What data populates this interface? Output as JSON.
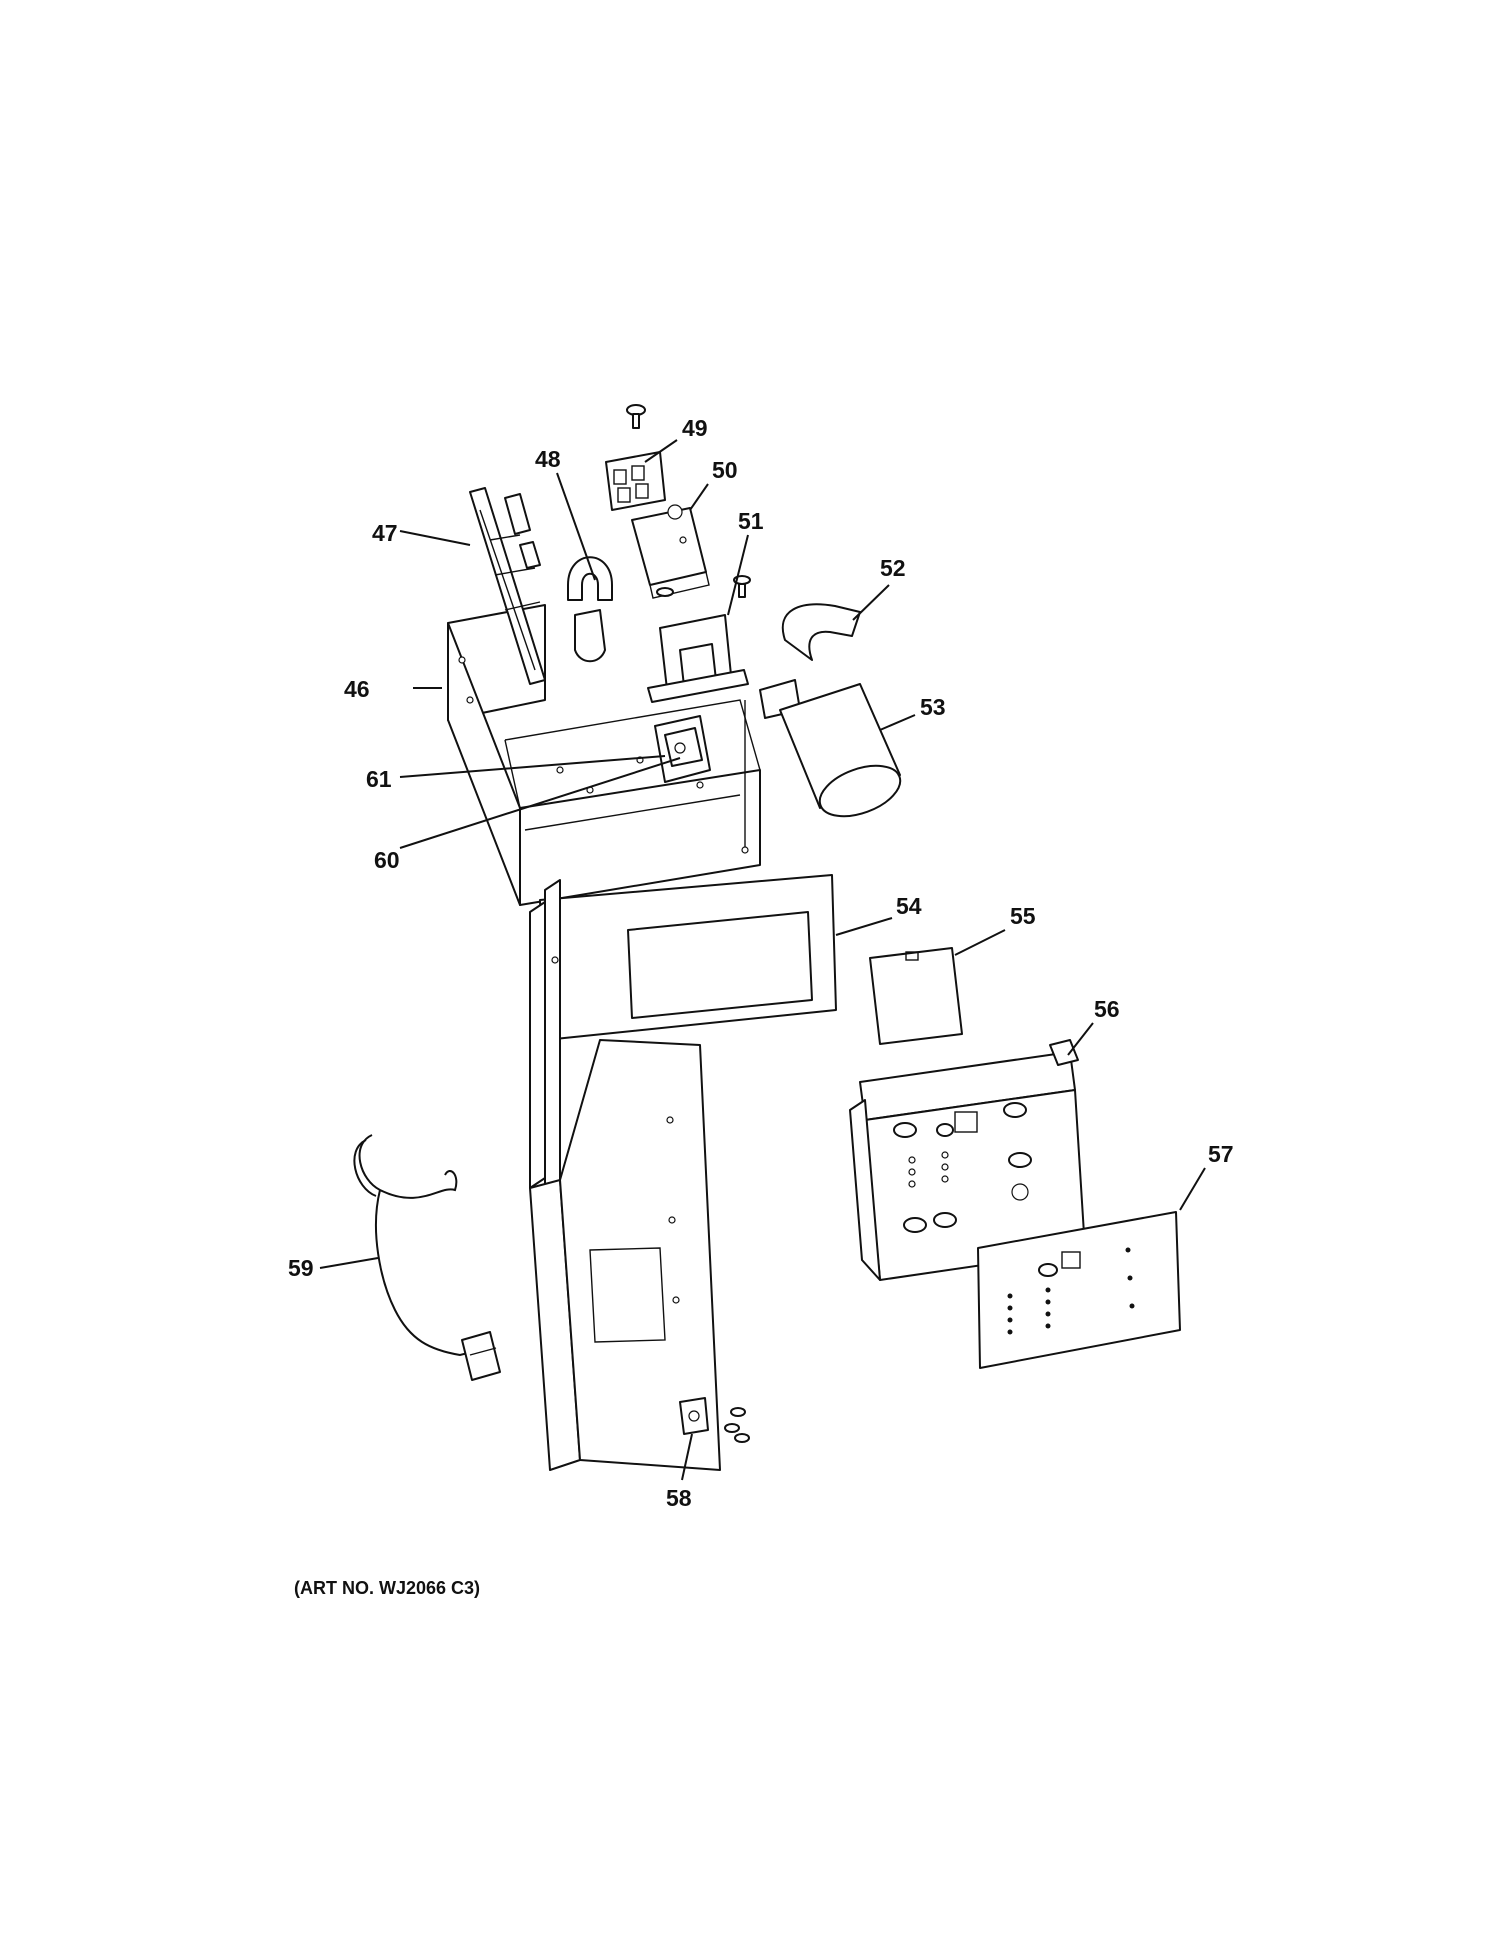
{
  "art_number": "(ART NO. WJ2066 C3)",
  "callouts": [
    "46",
    "47",
    "48",
    "49",
    "50",
    "51",
    "52",
    "53",
    "54",
    "55",
    "56",
    "57",
    "58",
    "59",
    "60",
    "61"
  ]
}
